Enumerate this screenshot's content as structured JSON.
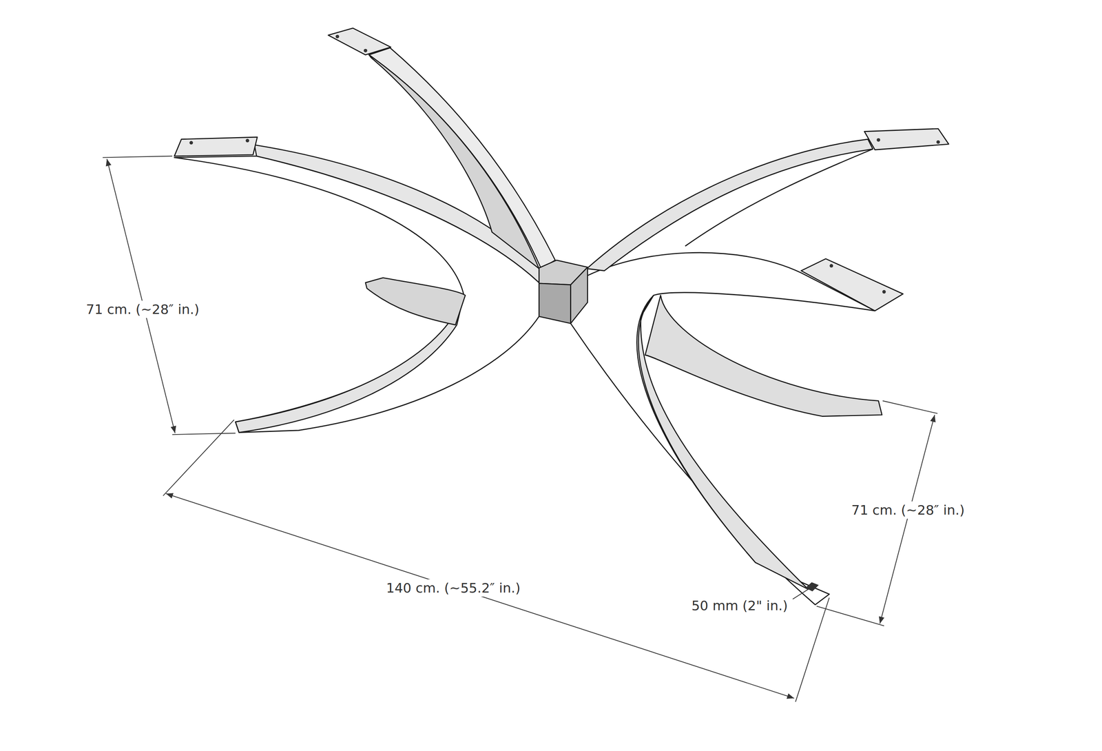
{
  "diagram": {
    "labels": [
      "71 cm. (~28″ in.)",
      "71 cm. (~28″ in.)",
      "140 cm. (~55.2″ in.)",
      "50 mm (2\" in.)"
    ]
  }
}
